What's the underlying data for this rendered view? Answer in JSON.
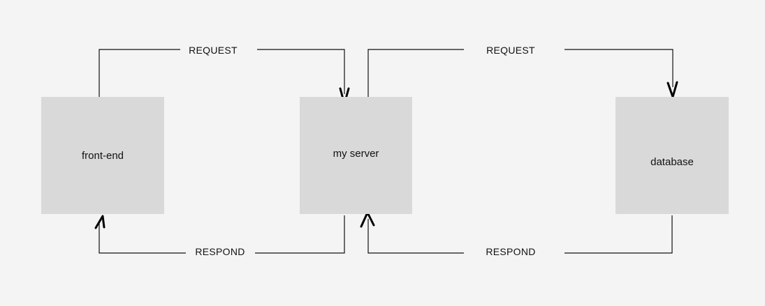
{
  "diagram": {
    "nodes": {
      "front_end": "front-end",
      "server": "my server",
      "database": "database"
    },
    "edges": {
      "request_front_to_server": "REQUEST",
      "request_server_to_db": "REQUEST",
      "respond_server_to_front": "RESPOND",
      "respond_db_to_server": "RESPOND"
    }
  },
  "colors": {
    "background": "#f4f4f4",
    "node_fill": "#d9d9d9",
    "line": "#111111"
  }
}
